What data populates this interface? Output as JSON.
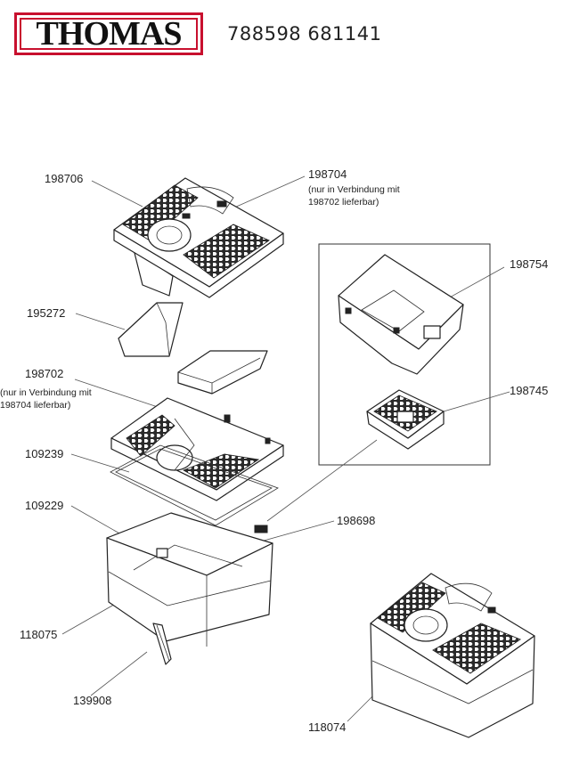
{
  "brand": {
    "logo_text": "THOMAS",
    "accent_color": "#c8102e"
  },
  "header": {
    "codes": "788598 681141"
  },
  "parts": {
    "p198706": "198706",
    "p198704": "198704",
    "p198704_note": [
      "(nur in Verbindung mit",
      "198702 lieferbar)"
    ],
    "p198754": "198754",
    "p195272": "195272",
    "p198702": "198702",
    "p198702_note": [
      "(nur in Verbindung mit",
      "198704 lieferbar)"
    ],
    "p198745": "198745",
    "p109239": "109239",
    "p109229": "109229",
    "p198698": "198698",
    "p118075": "118075",
    "p139908": "139908",
    "p118074": "118074"
  }
}
